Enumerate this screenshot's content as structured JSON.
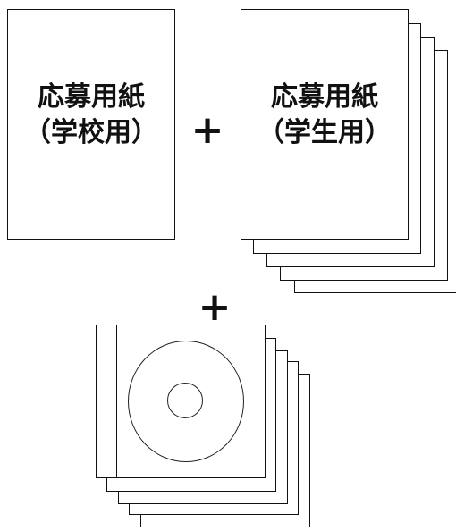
{
  "school_form": {
    "title_line1": "応募用紙",
    "title_line2": "（学校用）"
  },
  "student_form": {
    "title_line1": "応募用紙",
    "title_line2": "（学生用）",
    "stack_count": 5
  },
  "plus_symbol": "+",
  "cd_set": {
    "case_count": 5,
    "icon": "cd-disc-icon"
  },
  "colors": {
    "line": "#111111",
    "paper": "#ffffff"
  }
}
